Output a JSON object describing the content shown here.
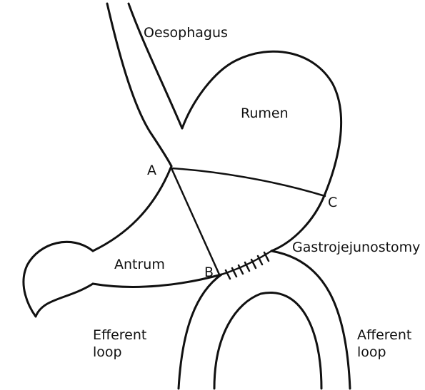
{
  "labels": {
    "oesophagus": "Oesophagus",
    "rumen": "Rumen",
    "point_a": "A",
    "point_b": "B",
    "point_c": "C",
    "antrum": "Antrum",
    "gastrojejunostomy": "Gastrojejunostomy",
    "efferent_loop": "Efferent\nloop",
    "afferent_loop": "Afferent\nloop"
  },
  "colors": {
    "line": "#111111",
    "background": "#ffffff"
  }
}
